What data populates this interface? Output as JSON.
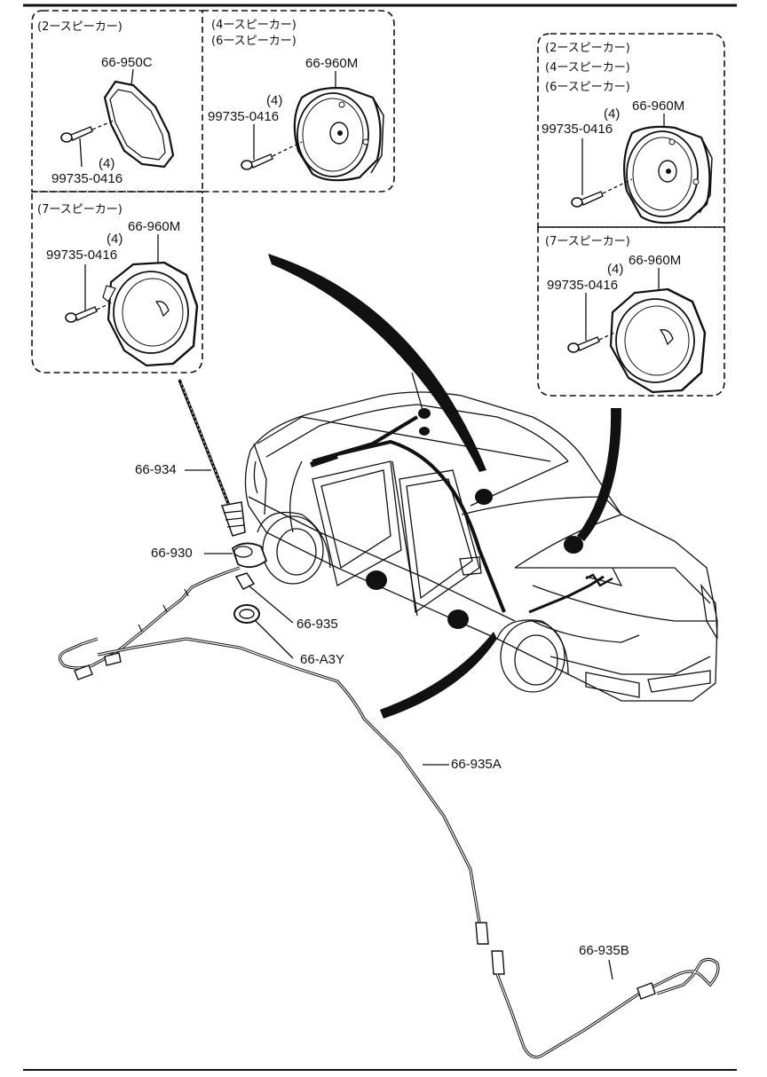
{
  "groups": {
    "top_left_a": {
      "header": "(2ースピーカー)",
      "part": "66-950C",
      "screw": "99735-0416",
      "qty": "(4)"
    },
    "top_left_b": {
      "header": "(7ースピーカー)",
      "part": "66-960M",
      "screw": "99735-0416",
      "qty": "(4)"
    },
    "top_mid": {
      "header_1": "(4ースピーカー)",
      "header_2": "(6ースピーカー)",
      "part": "66-960M",
      "screw": "99735-0416",
      "qty": "(4)"
    },
    "right_a": {
      "header_1": "(2ースピーカー)",
      "header_2": "(4ースピーカー)",
      "header_3": "(6ースピーカー)",
      "part": "66-960M",
      "screw": "99735-0416",
      "qty": "(4)"
    },
    "right_b": {
      "header": "(7ースピーカー)",
      "part": "66-960M",
      "screw": "99735-0416",
      "qty": "(4)"
    }
  },
  "parts": {
    "antenna_rod": "66-934",
    "antenna_base": "66-930",
    "antenna_feeder": "66-935",
    "grommet": "66-A3Y",
    "cable_a": "66-935A",
    "cable_b": "66-935B"
  }
}
